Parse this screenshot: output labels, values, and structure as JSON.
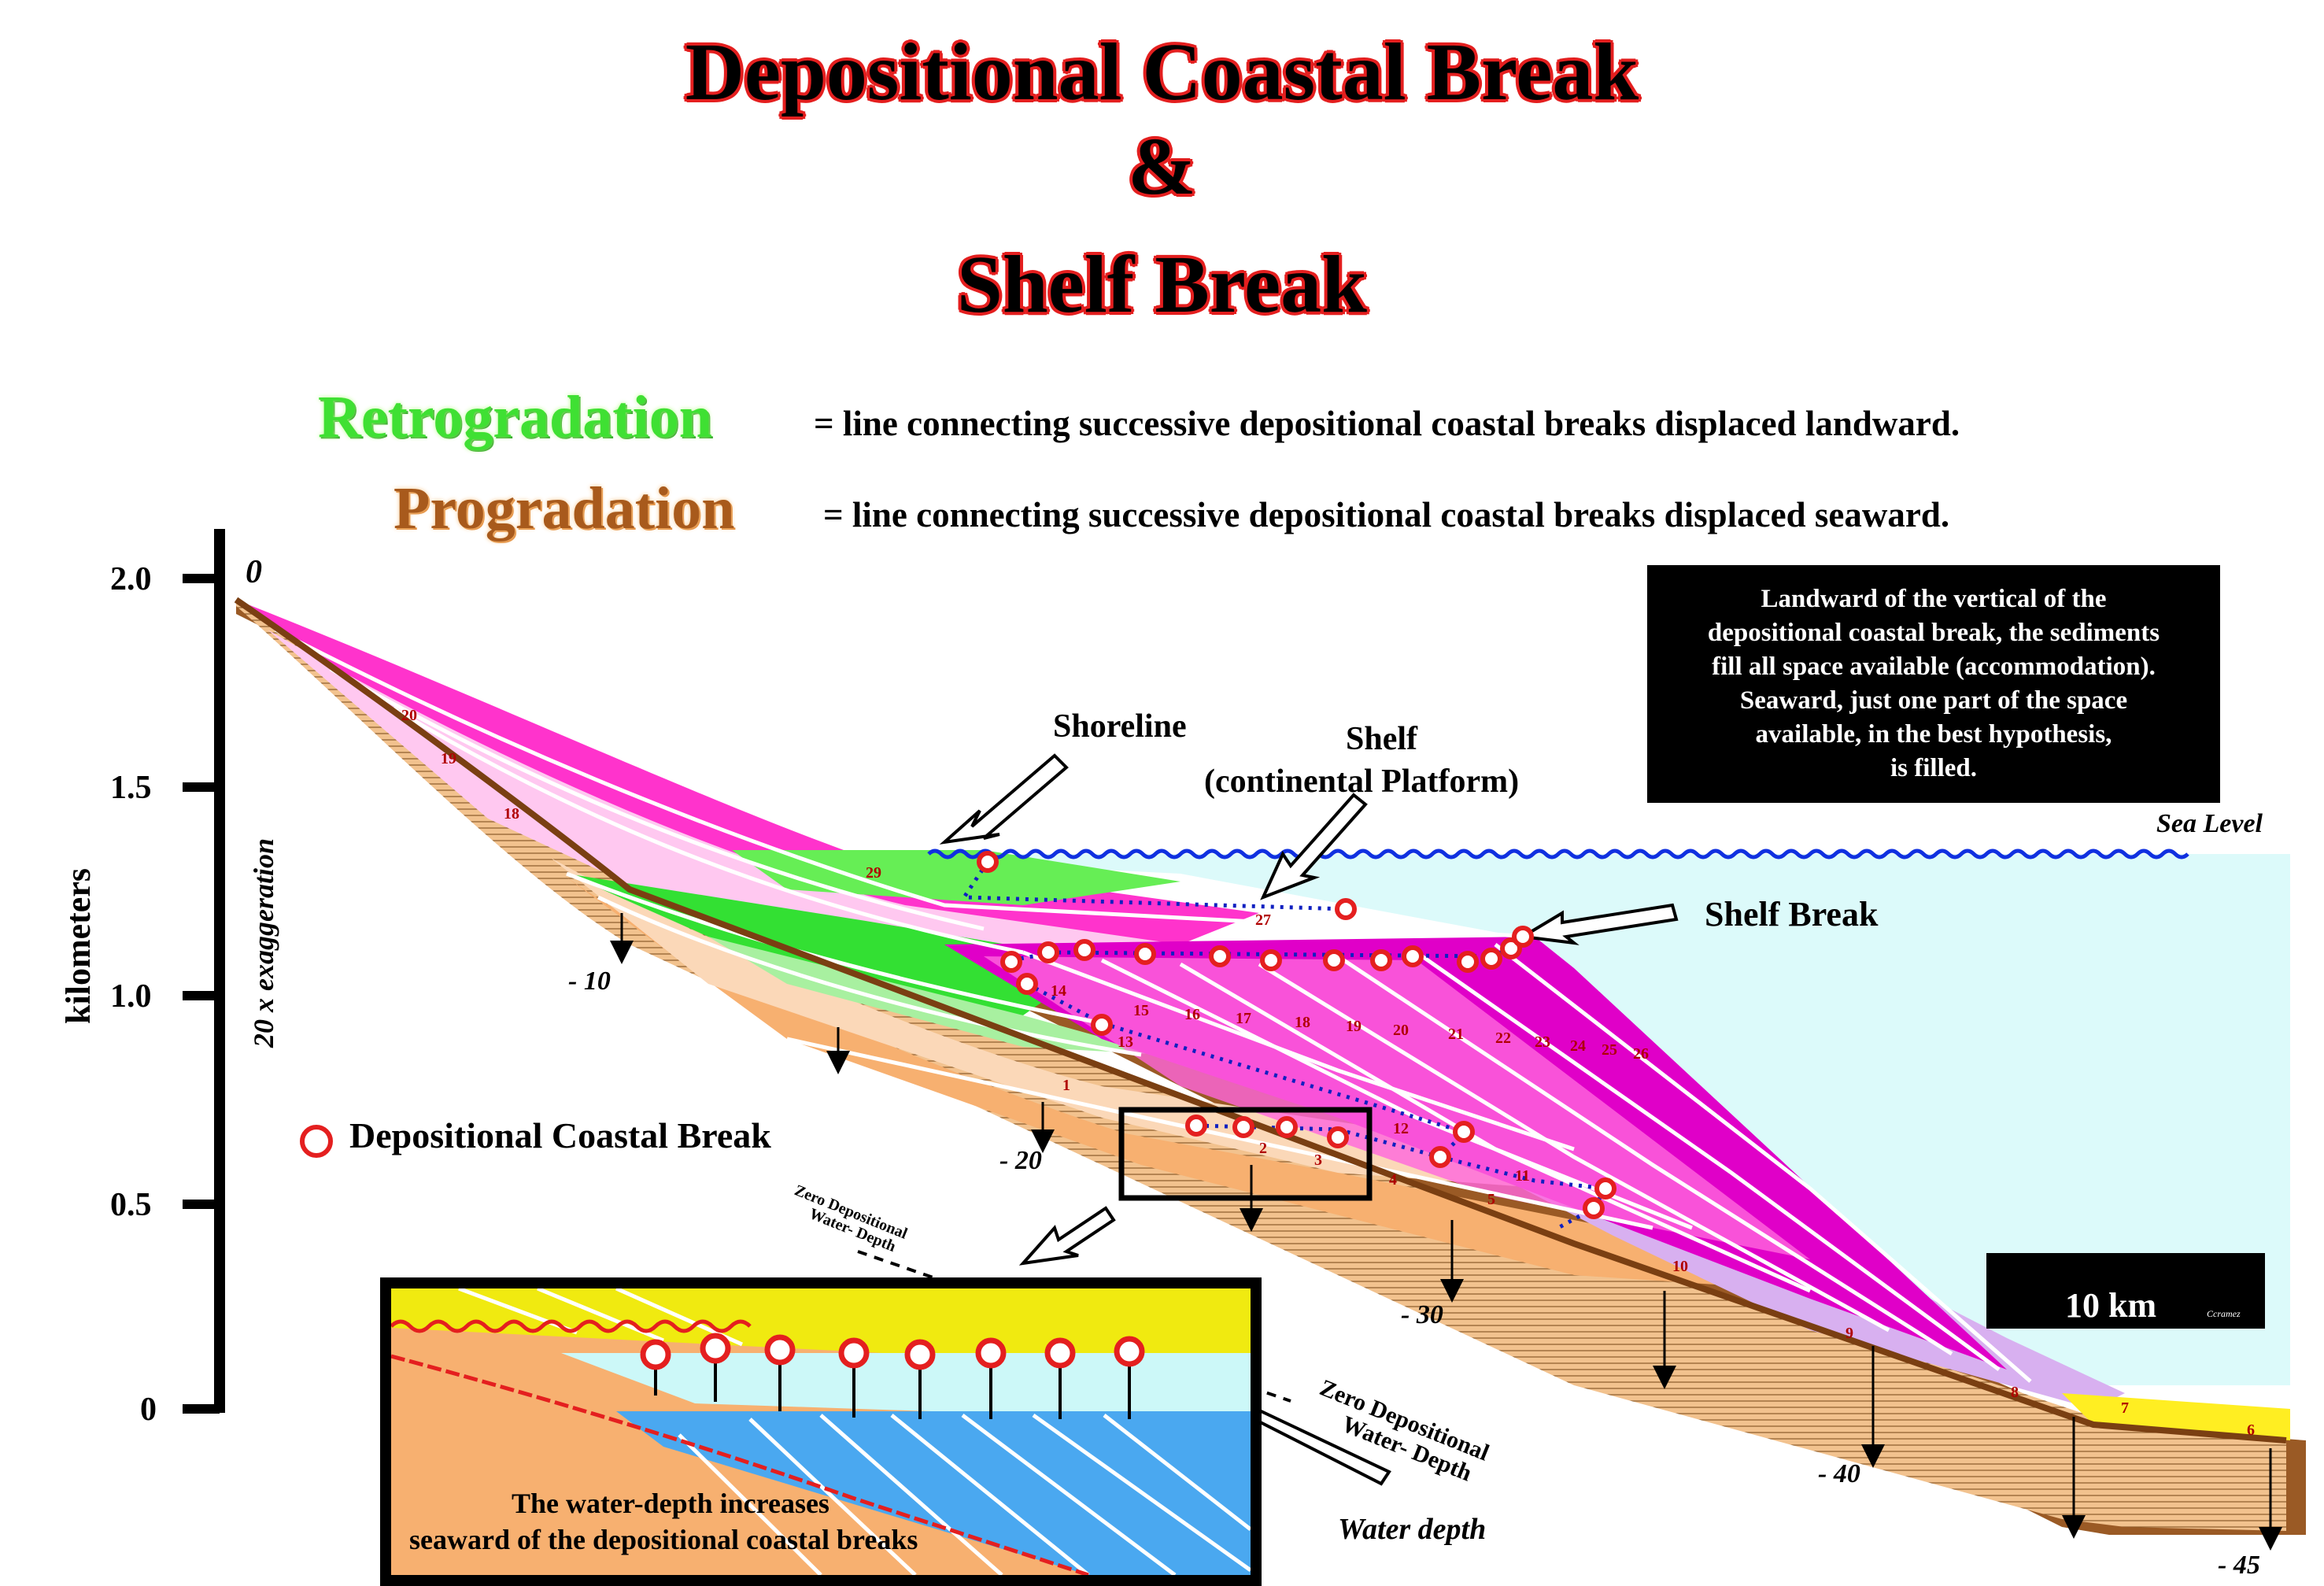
{
  "title": {
    "line1": "Depositional Coastal Break",
    "line2": "&",
    "line3": "Shelf Break"
  },
  "legend": {
    "retrogradation_word": "Retrogradation",
    "retrogradation_text": "= line connecting successive depositional coastal breaks displaced landward.",
    "progradation_word": "Progradation",
    "progradation_text": "= line connecting successive depositional coastal breaks displaced seaward.",
    "colors": {
      "retrogradation": "#3fe033",
      "progradation": "#a85a1c",
      "title_outline": "#e41f1f"
    }
  },
  "axis": {
    "label": "kilometers",
    "exaggeration": "20 x exaggeration",
    "ticks": [
      "2.0",
      "1.5",
      "1.0",
      "0.5",
      "0"
    ]
  },
  "depth_labels": [
    "0",
    "- 10",
    "- 20",
    "- 30",
    "- 40",
    "- 45"
  ],
  "labels": {
    "shoreline": "Shoreline",
    "shelf_line1": "Shelf",
    "shelf_line2": "(continental Platform)",
    "shelf_break": "Shelf Break",
    "sea_level": "Sea Level",
    "zero_dep_small_1": "Zero Depositional",
    "zero_dep_small_2": "Water- Depth",
    "zero_dep_big_1": "Zero Depositional",
    "zero_dep_big_2": "Water- Depth",
    "water_depth": "Water depth",
    "dcb_legend": "Depositional Coastal Break"
  },
  "info_box": {
    "lines": [
      "Landward of the vertical of the",
      "depositional coastal break, the sediments",
      "fill all space available (accommodation).",
      "Seaward, just one part of the space",
      "available, in the best hypothesis,",
      "is filled."
    ]
  },
  "scale_bar": {
    "label": "10 km",
    "credit": "Ccramez"
  },
  "inset": {
    "caption_line1": "The water-depth increases",
    "caption_line2": "seaward of the depositional coastal breaks"
  },
  "layer_numbers": [
    "1",
    "2",
    "3",
    "4",
    "5",
    "6",
    "7",
    "8",
    "9",
    "10",
    "11",
    "12",
    "13",
    "14",
    "15",
    "16",
    "17",
    "18",
    "19",
    "20",
    "21",
    "22",
    "23",
    "24",
    "25",
    "26",
    "27",
    "29"
  ],
  "colors": {
    "basement": "#9a5a25",
    "pink": "#ff33cc",
    "magenta": "#e000c8",
    "light_pink": "#ffc8f0",
    "green": "#33e033",
    "light_green": "#a8f0a0",
    "tan": "#f7b070",
    "light_tan": "#fbd8b8",
    "sea": "#dcfafa",
    "lavender": "#d8b0f0",
    "yellow": "#ffee22",
    "breakpoint": "#e41f1f",
    "dotted_line": "#1020c0"
  }
}
